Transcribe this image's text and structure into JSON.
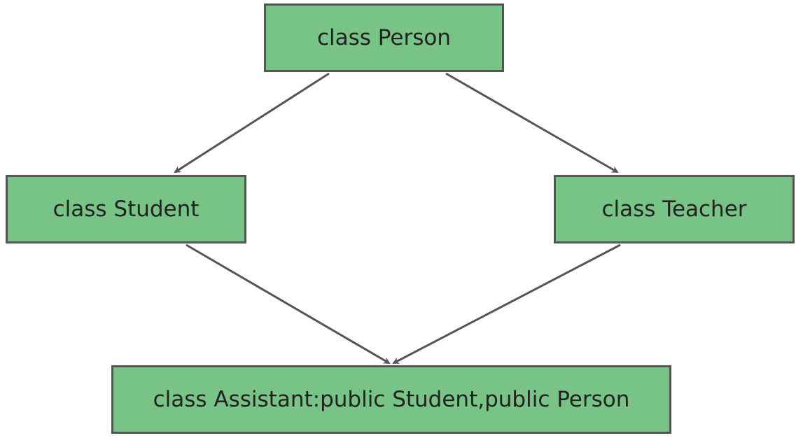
{
  "colors": {
    "box_fill": "#78c487",
    "box_border": "#555555",
    "edge": "#555555",
    "text": "#222222"
  },
  "nodes": {
    "person": {
      "label": "class Person"
    },
    "student": {
      "label": "class Student"
    },
    "teacher": {
      "label": "class Teacher"
    },
    "assistant": {
      "label": "class Assistant:public Student,public Person"
    }
  },
  "edges": [
    {
      "from": "person",
      "to": "student"
    },
    {
      "from": "person",
      "to": "teacher"
    },
    {
      "from": "student",
      "to": "assistant"
    },
    {
      "from": "teacher",
      "to": "assistant"
    }
  ]
}
